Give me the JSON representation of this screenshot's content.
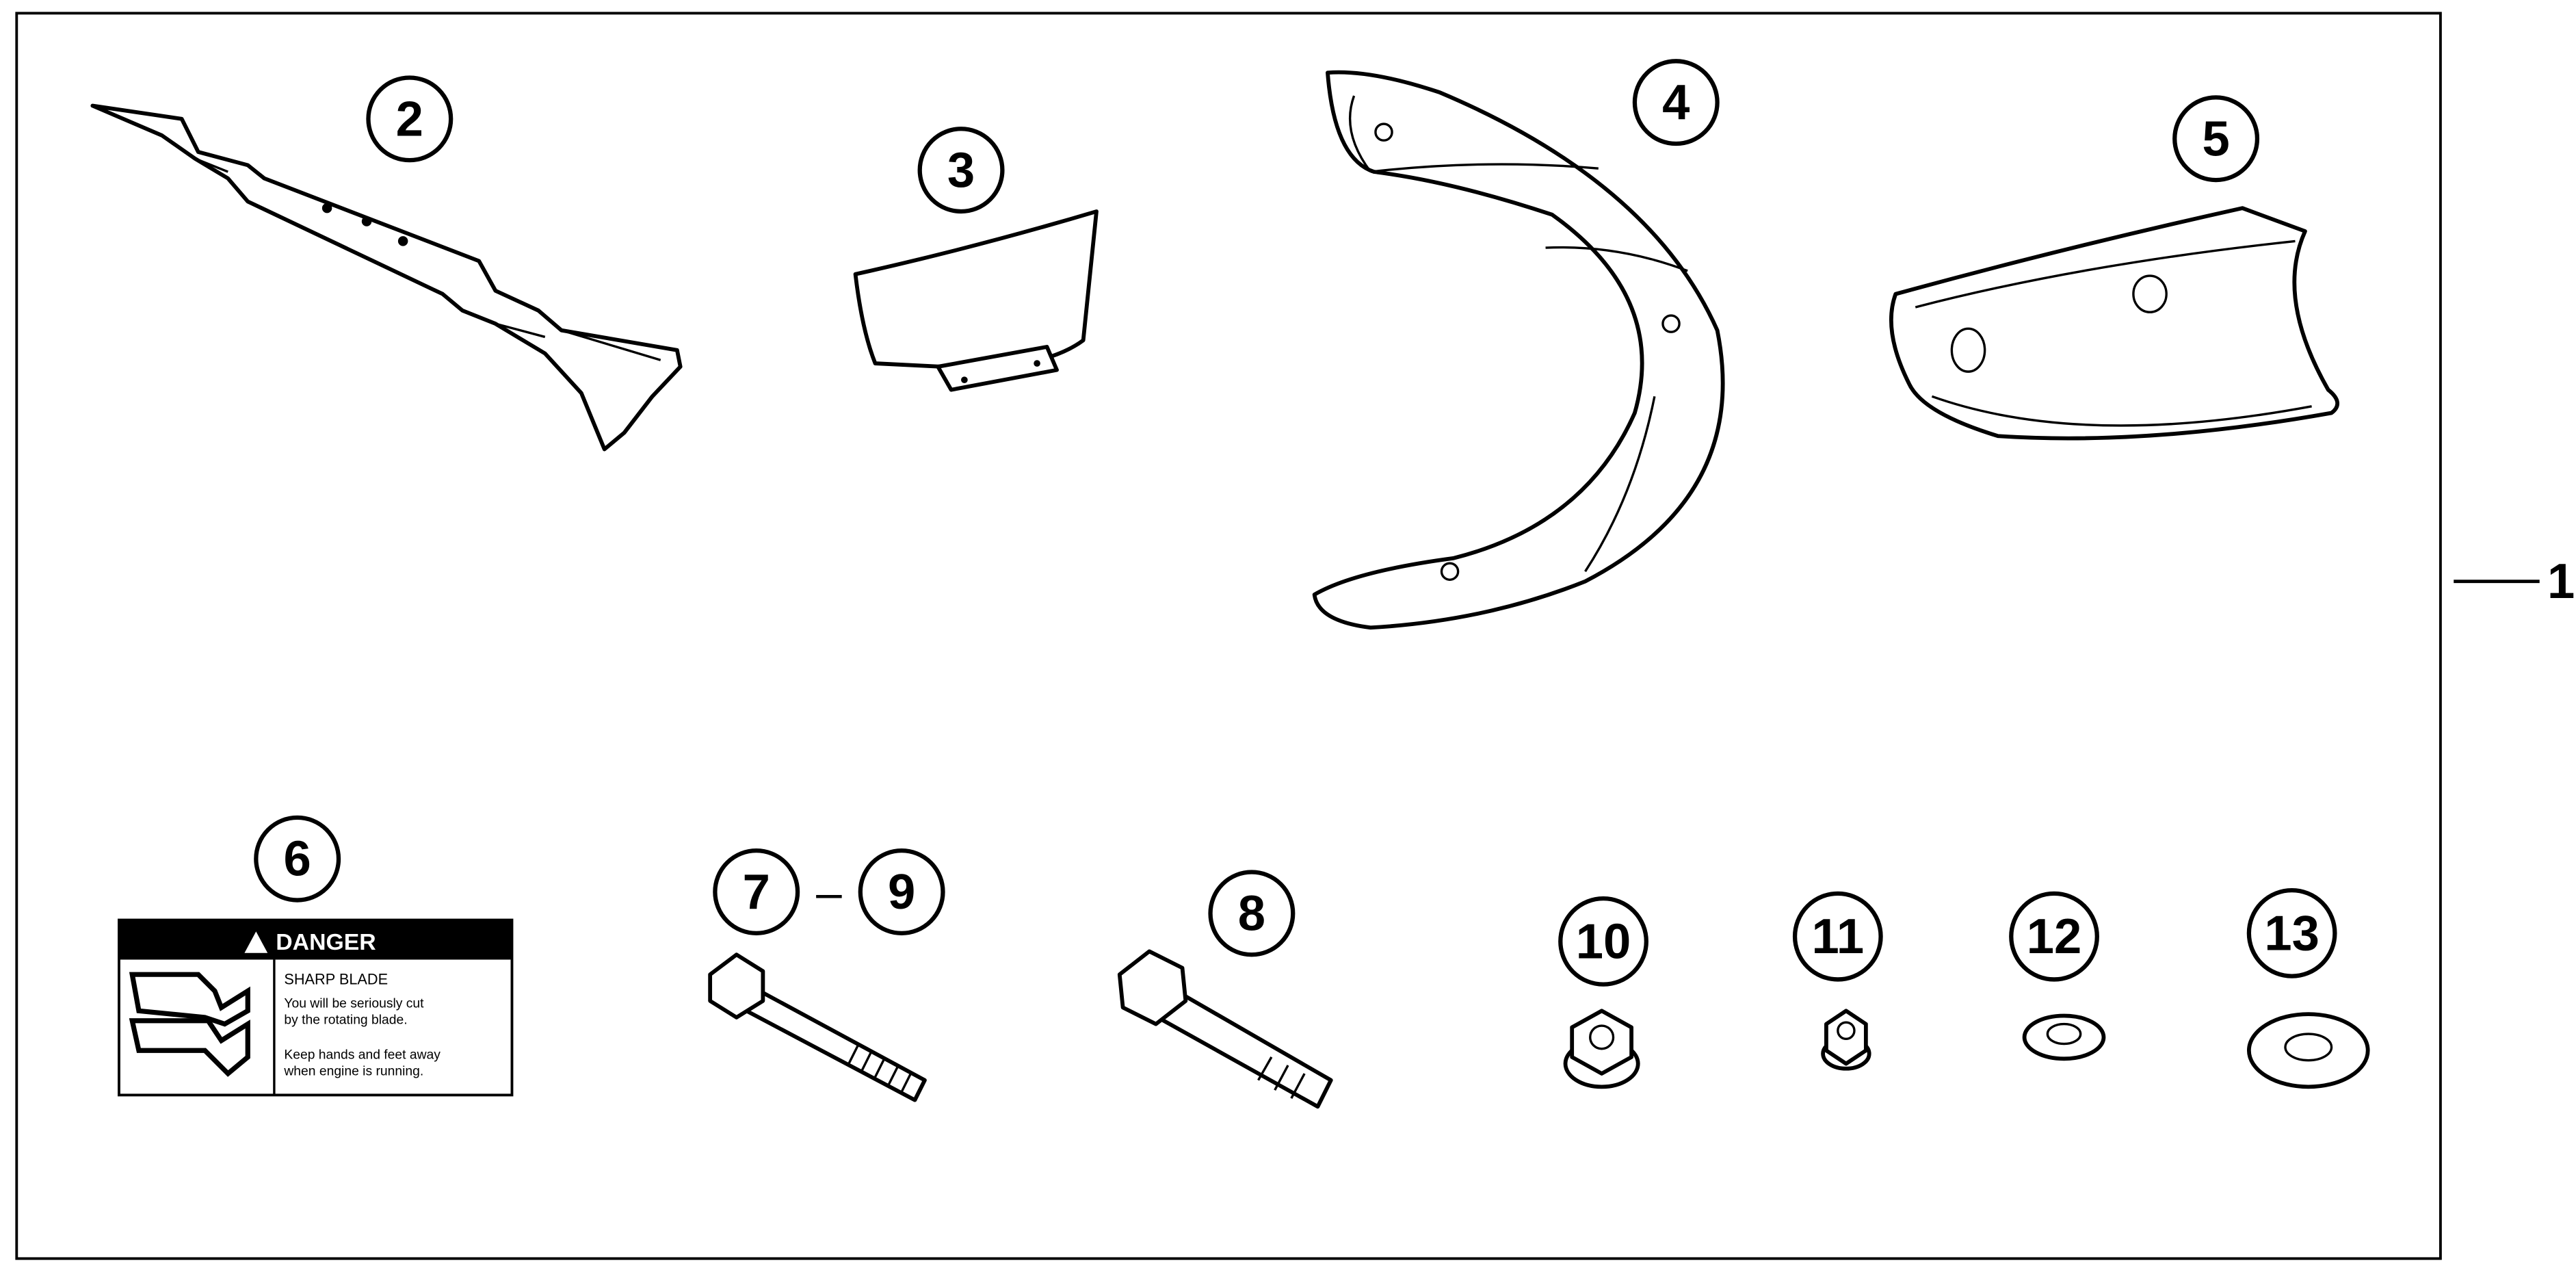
{
  "diagram": {
    "assembly_callout": "1",
    "callouts": {
      "blade": "2",
      "deflector": "3",
      "curved_baffle": "4",
      "blade_guard": "5",
      "danger_label": "6",
      "bolt_long": "7",
      "bolt_long_alt": "9",
      "bolt_short": "8",
      "flange_nut_large": "10",
      "flange_nut_small": "11",
      "washer_small": "12",
      "washer_large": "13"
    },
    "range_separator": "–",
    "danger_label": {
      "header": "DANGER",
      "title": "SHARP BLADE",
      "line1": "You will be seriously cut",
      "line2": "by the rotating blade.",
      "line3": "Keep hands and feet away",
      "line4": "when engine is running."
    }
  }
}
